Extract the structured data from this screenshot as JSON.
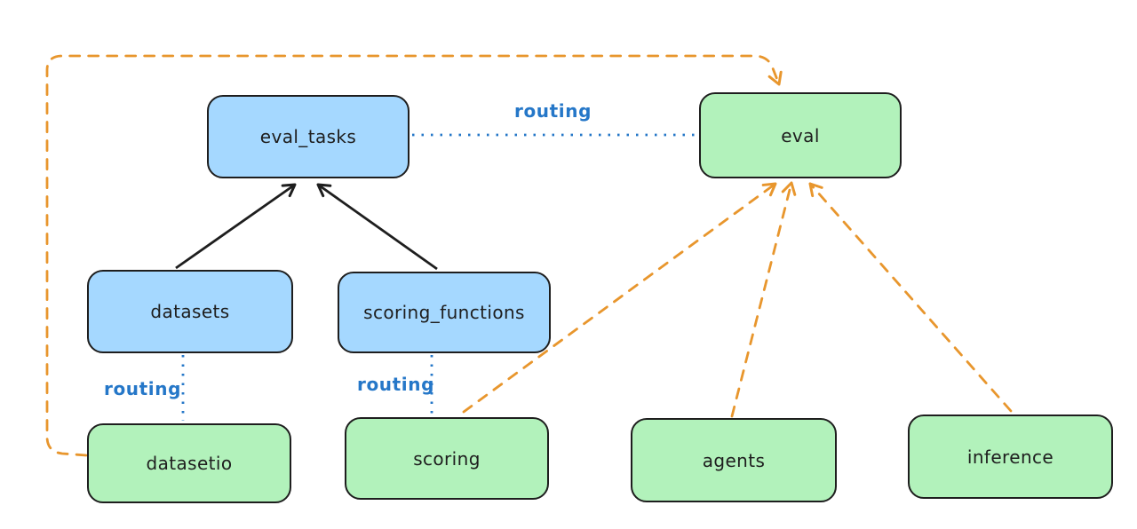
{
  "diagram": {
    "nodes": {
      "eval_tasks": {
        "label": "eval_tasks",
        "fill": "#a5d8ff",
        "kind": "resource"
      },
      "eval": {
        "label": "eval",
        "fill": "#b2f2bb",
        "kind": "api"
      },
      "datasets": {
        "label": "datasets",
        "fill": "#a5d8ff",
        "kind": "resource"
      },
      "scoring_functions": {
        "label": "scoring_functions",
        "fill": "#a5d8ff",
        "kind": "resource"
      },
      "datasetio": {
        "label": "datasetio",
        "fill": "#b2f2bb",
        "kind": "api"
      },
      "scoring": {
        "label": "scoring",
        "fill": "#b2f2bb",
        "kind": "api"
      },
      "agents": {
        "label": "agents",
        "fill": "#b2f2bb",
        "kind": "api"
      },
      "inference": {
        "label": "inference",
        "fill": "#b2f2bb",
        "kind": "api"
      }
    },
    "edge_labels": {
      "routing_top": "routing",
      "routing_datasets": "routing",
      "routing_scoring": "routing"
    },
    "edges": [
      {
        "from": "datasets",
        "to": "eval_tasks",
        "style": "solid-black-arrow"
      },
      {
        "from": "scoring_functions",
        "to": "eval_tasks",
        "style": "solid-black-arrow"
      },
      {
        "from": "eval_tasks",
        "to": "eval",
        "style": "dotted-blue",
        "label": "routing"
      },
      {
        "from": "datasets",
        "to": "datasetio",
        "style": "dotted-blue",
        "label": "routing"
      },
      {
        "from": "scoring_functions",
        "to": "scoring",
        "style": "dotted-blue",
        "label": "routing"
      },
      {
        "from": "datasetio",
        "to": "eval",
        "style": "dashed-orange-arrow"
      },
      {
        "from": "scoring",
        "to": "eval",
        "style": "dashed-orange-arrow"
      },
      {
        "from": "agents",
        "to": "eval",
        "style": "dashed-orange-arrow"
      },
      {
        "from": "inference",
        "to": "eval",
        "style": "dashed-orange-arrow"
      }
    ],
    "colors": {
      "node_fill_blue": "#a5d8ff",
      "node_fill_green": "#b2f2bb",
      "node_stroke": "#1e1e1e",
      "routing_blue": "#2577c8",
      "dashed_orange": "#e8962d",
      "solid_black": "#1e1e1e",
      "background": "#ffffff"
    }
  }
}
